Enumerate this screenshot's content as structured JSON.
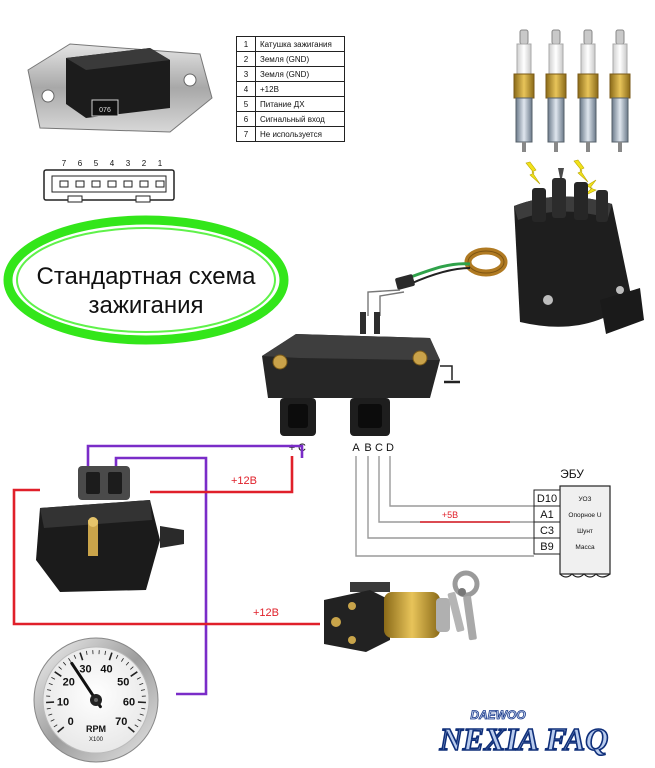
{
  "pin_table": [
    {
      "pin": "1",
      "desc": "Катушка зажигания"
    },
    {
      "pin": "2",
      "desc": "Земля (GND)"
    },
    {
      "pin": "3",
      "desc": "Земля (GND)"
    },
    {
      "pin": "4",
      "desc": "+12В"
    },
    {
      "pin": "5",
      "desc": "Питание ДХ"
    },
    {
      "pin": "6",
      "desc": "Сигнальный вход"
    },
    {
      "pin": "7",
      "desc": "Не используется"
    }
  ],
  "connector_pins": [
    "7",
    "6",
    "5",
    "4",
    "3",
    "2",
    "1"
  ],
  "module_label": "076",
  "title_line1": "Стандартная схема",
  "title_line2": "зажигания",
  "terminals": {
    "plus": "+",
    "c": "C",
    "a": "A",
    "b": "B",
    "c2": "C",
    "d": "D"
  },
  "wire_labels": {
    "coil_power": "+12В",
    "ignition_power": "+12В",
    "ref_voltage": "+5В"
  },
  "ecu": {
    "title": "ЭБУ",
    "pins": [
      {
        "code": "D10",
        "signal": "УОЗ"
      },
      {
        "code": "A1",
        "signal": "Опорное U"
      },
      {
        "code": "C3",
        "signal": "Шунт"
      },
      {
        "code": "B9",
        "signal": "Масса"
      }
    ]
  },
  "tachometer": {
    "ticks": [
      "0",
      "10",
      "20",
      "30",
      "40",
      "50",
      "60",
      "70"
    ],
    "unit": "RPM",
    "multiplier": "X100",
    "needle_value": 26
  },
  "logo": {
    "brand": "DAEWOO",
    "title": "NEXIA FAQ"
  },
  "colors": {
    "red_wire": "#e0202a",
    "purple_wire": "#7a2cc8",
    "gray_wire": "#9a9a9a",
    "title_border": "#33e61a"
  }
}
